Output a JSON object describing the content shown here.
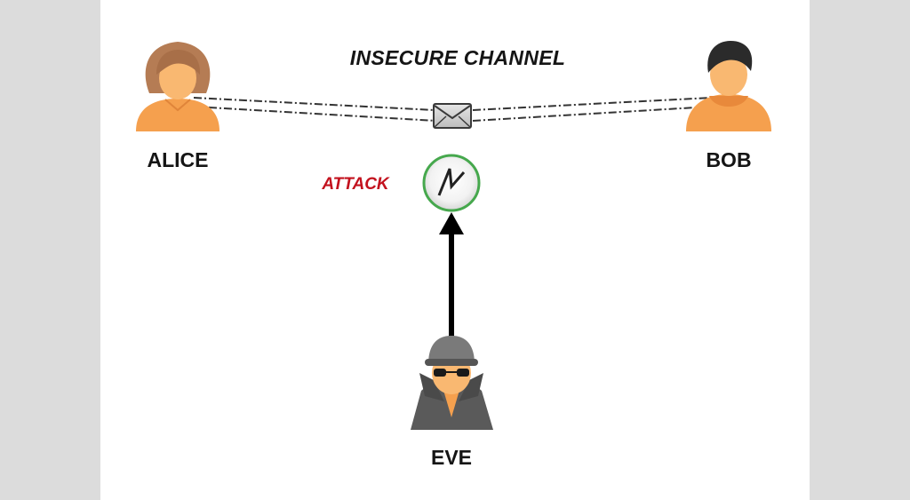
{
  "diagram": {
    "title": "INSECURE CHANNEL",
    "attack_label": "ATTACK",
    "actors": {
      "alice": "ALICE",
      "bob": "BOB",
      "eve": "EVE"
    },
    "colors": {
      "person_orange": "#f5a04e",
      "skin": "#f9b871",
      "alice_hair": "#b57c54",
      "bob_hair": "#2b2b2b",
      "eve_coat": "#5a5a5a",
      "attack_red": "#c3121e",
      "attack_ring": "#46a84d",
      "channel_line": "#333333",
      "page_background": "#dcdcdc",
      "panel_background": "#ffffff"
    },
    "icons": [
      "alice-avatar-icon",
      "bob-avatar-icon",
      "eve-spy-icon",
      "envelope-icon",
      "lightning-icon",
      "arrow-up-icon"
    ]
  }
}
